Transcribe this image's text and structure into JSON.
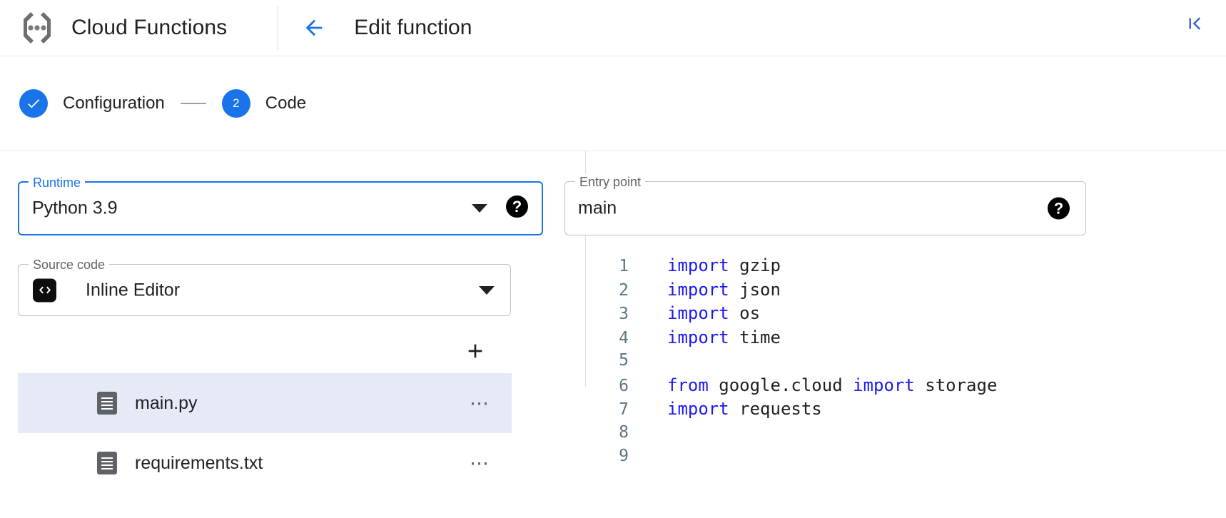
{
  "appbar": {
    "logo_icon": "cloud-functions-logo",
    "brand_title": "Cloud Functions",
    "back_icon": "arrow-left-icon",
    "page_title": "Edit function",
    "collapse_icon": "collapse-panel-icon"
  },
  "stepper": {
    "steps": [
      {
        "badge": "✓",
        "label": "Configuration",
        "state": "completed"
      },
      {
        "badge": "2",
        "label": "Code",
        "state": "active"
      }
    ]
  },
  "fields": {
    "runtime": {
      "legend": "Runtime",
      "value": "Python 3.9",
      "focused": true,
      "caret_icon": "chevron-down-icon",
      "help_icon": "help-icon"
    },
    "entry_point": {
      "legend": "Entry point",
      "value": "main",
      "placeholder": "main",
      "focused": false,
      "help_icon": "help-icon"
    },
    "source_code": {
      "legend": "Source code",
      "value": "Inline Editor",
      "badge_icon": "code-brackets-icon",
      "caret_icon": "chevron-down-icon"
    }
  },
  "file_panel": {
    "add_icon": "plus-icon",
    "files": [
      {
        "name": "main.py",
        "icon": "file-icon",
        "menu_icon": "overflow-menu-icon",
        "selected": true
      },
      {
        "name": "requirements.txt",
        "icon": "file-icon",
        "menu_icon": "overflow-menu-icon",
        "selected": false
      }
    ]
  },
  "editor": {
    "lines": [
      {
        "n": "1",
        "tokens": [
          {
            "t": "import",
            "k": true
          },
          {
            "t": " gzip",
            "k": false
          }
        ]
      },
      {
        "n": "2",
        "tokens": [
          {
            "t": "import",
            "k": true
          },
          {
            "t": " json",
            "k": false
          }
        ]
      },
      {
        "n": "3",
        "tokens": [
          {
            "t": "import",
            "k": true
          },
          {
            "t": " os",
            "k": false
          }
        ]
      },
      {
        "n": "4",
        "tokens": [
          {
            "t": "import",
            "k": true
          },
          {
            "t": " time",
            "k": false
          }
        ]
      },
      {
        "n": "5",
        "tokens": []
      },
      {
        "n": "6",
        "tokens": [
          {
            "t": "from",
            "k": true
          },
          {
            "t": " google.cloud ",
            "k": false
          },
          {
            "t": "import",
            "k": true
          },
          {
            "t": " storage",
            "k": false
          }
        ]
      },
      {
        "n": "7",
        "tokens": [
          {
            "t": "import",
            "k": true
          },
          {
            "t": " requests",
            "k": false
          }
        ]
      },
      {
        "n": "8",
        "tokens": []
      },
      {
        "n": "9",
        "tokens": []
      }
    ]
  },
  "colors": {
    "accent_blue": "#1a73e8",
    "keyword_blue": "#1a1af0",
    "line_number": "#5a7684",
    "selected_row": "#e6eaf7",
    "border_gray": "#bdc1c6"
  }
}
